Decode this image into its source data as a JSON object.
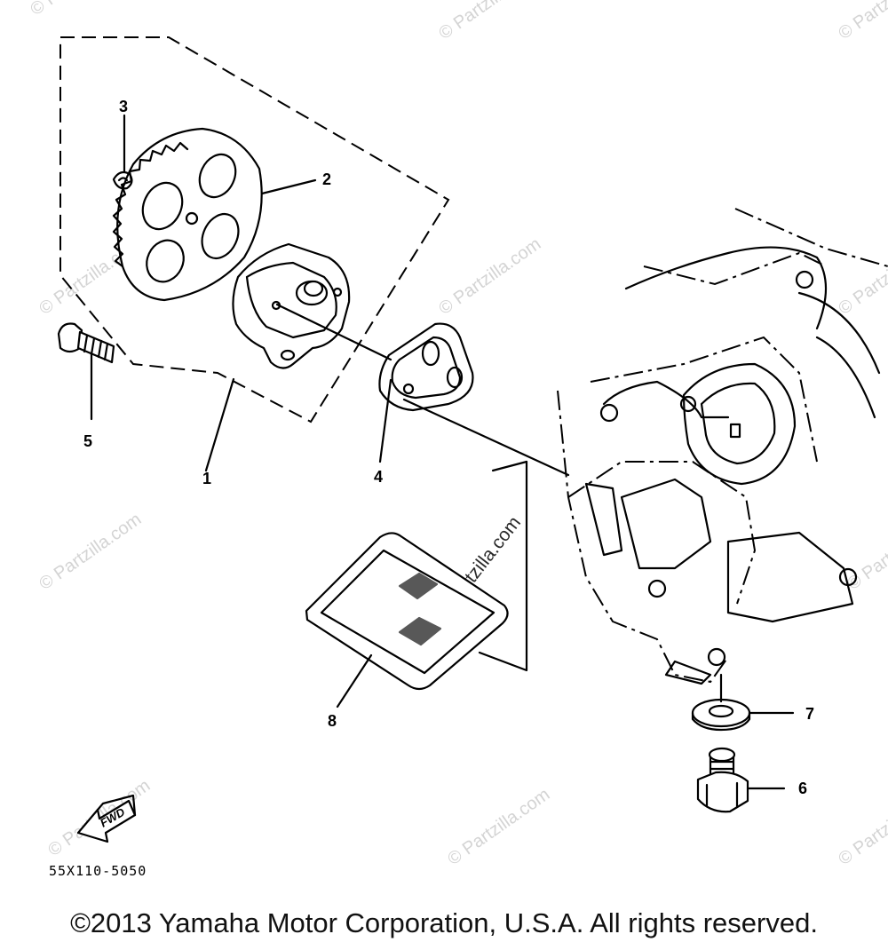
{
  "watermark": "© Partzilla.com",
  "diagram_code": "55X110-5050",
  "fwd_label": "FWD",
  "copyright": "©2013 Yamaha Motor Corporation, U.S.A. All rights reserved.",
  "callouts": [
    "1",
    "2",
    "3",
    "4",
    "5",
    "6",
    "7",
    "8"
  ]
}
